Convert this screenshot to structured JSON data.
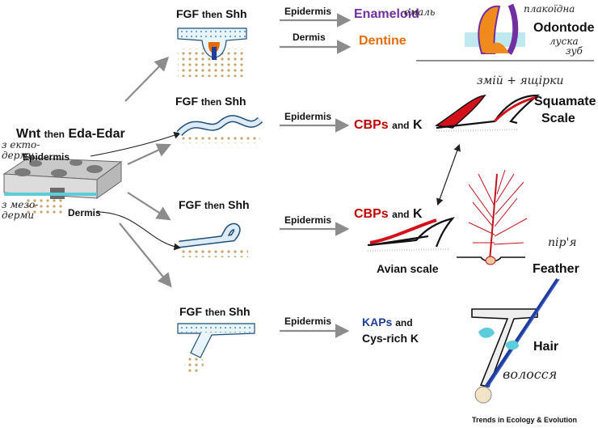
{
  "source": {
    "wnt_eda": {
      "wnt": "Wnt",
      "then": "then",
      "eda": "Eda-Edar"
    },
    "epidermis": "Epidermis",
    "dermis": "Dermis",
    "hand_ecto": "з екто-дерми",
    "hand_meso": "з мезо-дерми"
  },
  "rows": [
    {
      "fgf": "FGF",
      "then": "then",
      "shh": "Shh",
      "labels": [
        {
          "tissue": "Epidermis",
          "product": "Enameloid",
          "color": "#7030a0"
        },
        {
          "tissue": "Dermis",
          "product": "Dentine",
          "color": "#e36c09"
        }
      ],
      "structure": "Odontode",
      "hand": [
        "емаль",
        "плакоїдна",
        "луска",
        "зуб"
      ]
    },
    {
      "fgf": "FGF",
      "then": "then",
      "shh": "Shh",
      "tissue": "Epidermis",
      "product": {
        "a": "CBPs",
        "and": "and",
        "b": "K",
        "color": "#c00000"
      },
      "structure": [
        "Squamate",
        "Scale"
      ],
      "hand": "змій + ящірки"
    },
    {
      "fgf": "FGF",
      "then": "then",
      "shh": "Shh",
      "tissue": "Epidermis",
      "product": {
        "a": "CBPs",
        "and": "and",
        "b": "K",
        "color": "#c00000"
      },
      "structure": [
        "Avian scale",
        "Feather"
      ],
      "hand": "пір'я"
    },
    {
      "fgf": "FGF",
      "then": "then",
      "shh": "Shh",
      "tissue": "Epidermis",
      "product": {
        "a": "KAPs",
        "and": "and",
        "b": "Cys-rich K",
        "color": "#1f3c99"
      },
      "structure": "Hair",
      "hand": "волосся"
    }
  ],
  "credit": "Trends in Ecology & Evolution",
  "colors": {
    "arrow": "#8c8c8c",
    "red": "#d4111a",
    "purple": "#7030a0",
    "orange": "#e36c09",
    "blue": "#1f3c99",
    "cyan": "#5ccdd9"
  }
}
